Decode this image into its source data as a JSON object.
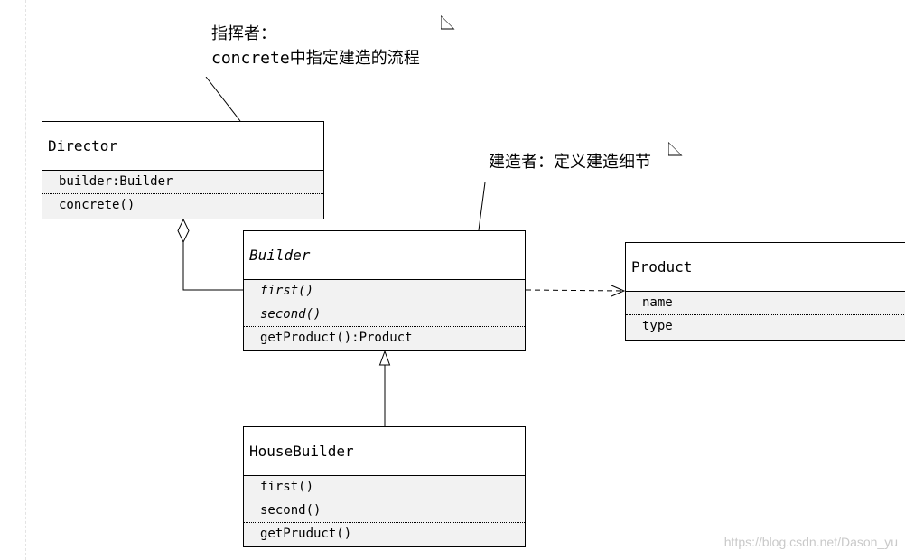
{
  "notes": [
    {
      "id": "director-note",
      "lines": [
        "指挥者：",
        "concrete中指定建造的流程"
      ]
    },
    {
      "id": "builder-note",
      "lines": [
        "建造者：定义建造细节"
      ]
    }
  ],
  "classes": {
    "director": {
      "name": "Director",
      "attributes": [
        "builder:Builder"
      ],
      "operations": [
        "concrete()"
      ]
    },
    "builder": {
      "name": "Builder",
      "abstract": true,
      "operations_abstract": [
        "first()",
        "second()"
      ],
      "operations": [
        "getProduct():Product"
      ]
    },
    "product": {
      "name": "Product",
      "attributes": [
        "name",
        "type"
      ]
    },
    "house_builder": {
      "name": "HouseBuilder",
      "operations": [
        "first()",
        "second()",
        "getPruduct()"
      ]
    }
  },
  "relations": [
    {
      "type": "aggregation",
      "from": "Director",
      "to": "Builder"
    },
    {
      "type": "dependency",
      "from": "Builder",
      "to": "Product"
    },
    {
      "type": "generalization",
      "from": "HouseBuilder",
      "to": "Builder"
    }
  ],
  "watermark": "https://blog.csdn.net/Dason_yu"
}
